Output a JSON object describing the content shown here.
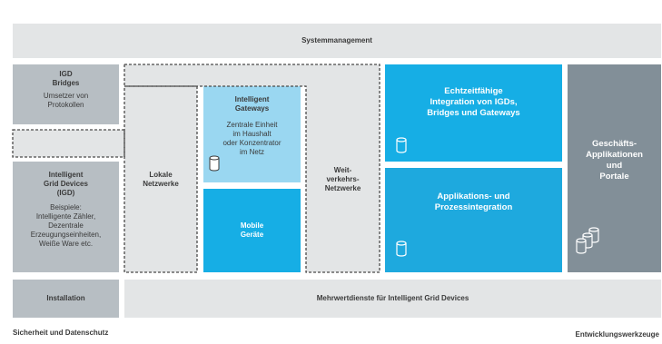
{
  "diagram": {
    "top_bar": "Systemmanagement",
    "igd_bridges": {
      "title": [
        "IGD",
        "Bridges"
      ],
      "desc": [
        "Umsetzer von",
        "Protokollen"
      ]
    },
    "igd_devices": {
      "title": [
        "Intelligent",
        "Grid Devices",
        "(IGD)"
      ],
      "desc": [
        "Beispiele:",
        "Intelligente Zähler,",
        "Dezentrale",
        "Erzeugungseinheiten,",
        "Weiße Ware etc."
      ]
    },
    "lokale": [
      "Lokale",
      "Netzwerke"
    ],
    "gateways": {
      "title": [
        "Intelligent",
        "Gateways"
      ],
      "desc": [
        "Zentrale Einheit",
        "im Haushalt",
        "oder Konzentrator",
        "im Netz"
      ]
    },
    "mobile": [
      "Mobile",
      "Geräte"
    ],
    "weitverkehr": [
      "Weit-",
      "verkehrs-",
      "Netzwerke"
    ],
    "echtzeit": [
      "Echtzeitfähige",
      "Integration von IGDs,",
      "Bridges und Gateways"
    ],
    "applikation": [
      "Applikations- und",
      "Prozessintegration"
    ],
    "geschaeft": [
      "Geschäfts-",
      "Applikationen",
      "und",
      "Portale"
    ],
    "installation": "Installation",
    "mehrwert": "Mehrwertdienste für Intelligent Grid Devices",
    "sicherheit": "Sicherheit und Datenschutz",
    "entwicklung": "Entwicklungswerkzeuge"
  },
  "colors": {
    "light_gray": "#e3e5e6",
    "mid_gray": "#b7bec3",
    "dark_gray": "#828f98",
    "cyan": "#16aee5",
    "light_cyan": "#9ad7f1"
  },
  "icons": [
    "database-icon",
    "database-stack-icon"
  ]
}
